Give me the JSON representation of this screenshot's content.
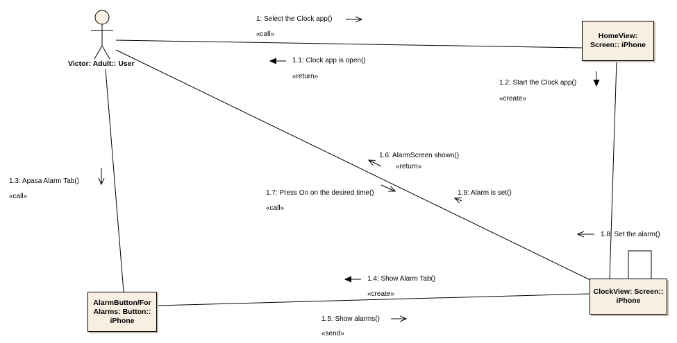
{
  "actor": {
    "name": "Victor: Adult:: User"
  },
  "objects": {
    "homeview": {
      "line1": "HomeView:",
      "line2": "Screen:: iPhone"
    },
    "clockview": {
      "line1": "ClockView: Screen::",
      "line2": "iPhone"
    },
    "alarmbutton": {
      "line1": "AlarmButton/For",
      "line2": "Alarms: Button::",
      "line3": "iPhone"
    }
  },
  "messages": [
    {
      "text": "1: Select the Clock app()",
      "stereotype": "«call»"
    },
    {
      "text": "1.1: Clock app is open()",
      "stereotype": "«return»"
    },
    {
      "text": "1.2: Start the Clock app()",
      "stereotype": "«create»"
    },
    {
      "text": "1.3: Apasa Alarm Tab()",
      "stereotype": "«call»"
    },
    {
      "text": "1.4: Show Alarm Tab()",
      "stereotype": "«create»"
    },
    {
      "text": "1.5: Show alarms()",
      "stereotype": "«send»"
    },
    {
      "text": "1.6: AlarmScreen shown()",
      "stereotype": "«return»"
    },
    {
      "text": "1.7: Press On on the desired time()",
      "stereotype": "«call»"
    },
    {
      "text": "1.8: Set the alarm()"
    },
    {
      "text": "1.9: Alarm is set()"
    }
  ]
}
